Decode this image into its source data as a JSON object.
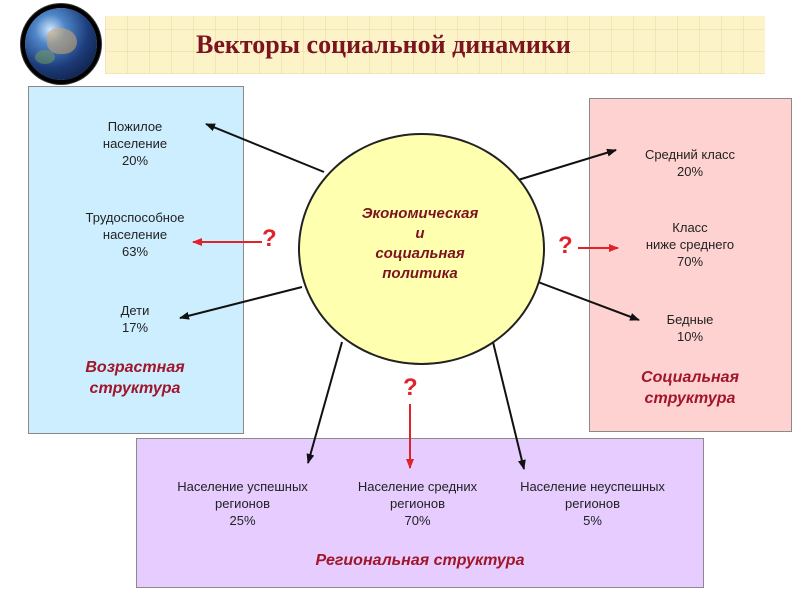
{
  "title": "Векторы социальной динамики",
  "center": "Экономическая\nи\nсоциальная\nполитика",
  "question_mark": "?",
  "age": {
    "heading": "Возрастная\nструктура",
    "items": [
      {
        "label": "Пожилое\nнаселение\n20%"
      },
      {
        "label": "Трудоспособное\nнаселение\n63%"
      },
      {
        "label": "Дети\n17%"
      }
    ]
  },
  "social": {
    "heading": "Социальная\nструктура",
    "items": [
      {
        "label": "Средний класс\n20%"
      },
      {
        "label": "Класс\nниже среднего\n70%"
      },
      {
        "label": "Бедные\n10%"
      }
    ]
  },
  "region": {
    "heading": "Региональная структура",
    "items": [
      {
        "label": "Население успешных\nрегионов\n25%"
      },
      {
        "label": "Население средних\nрегионов\n70%"
      },
      {
        "label": "Население неуспешных\nрегионов\n5%"
      }
    ]
  },
  "colors": {
    "title": "#7a1420",
    "heading": "#a0162a",
    "red_arrow": "#e0222a"
  }
}
